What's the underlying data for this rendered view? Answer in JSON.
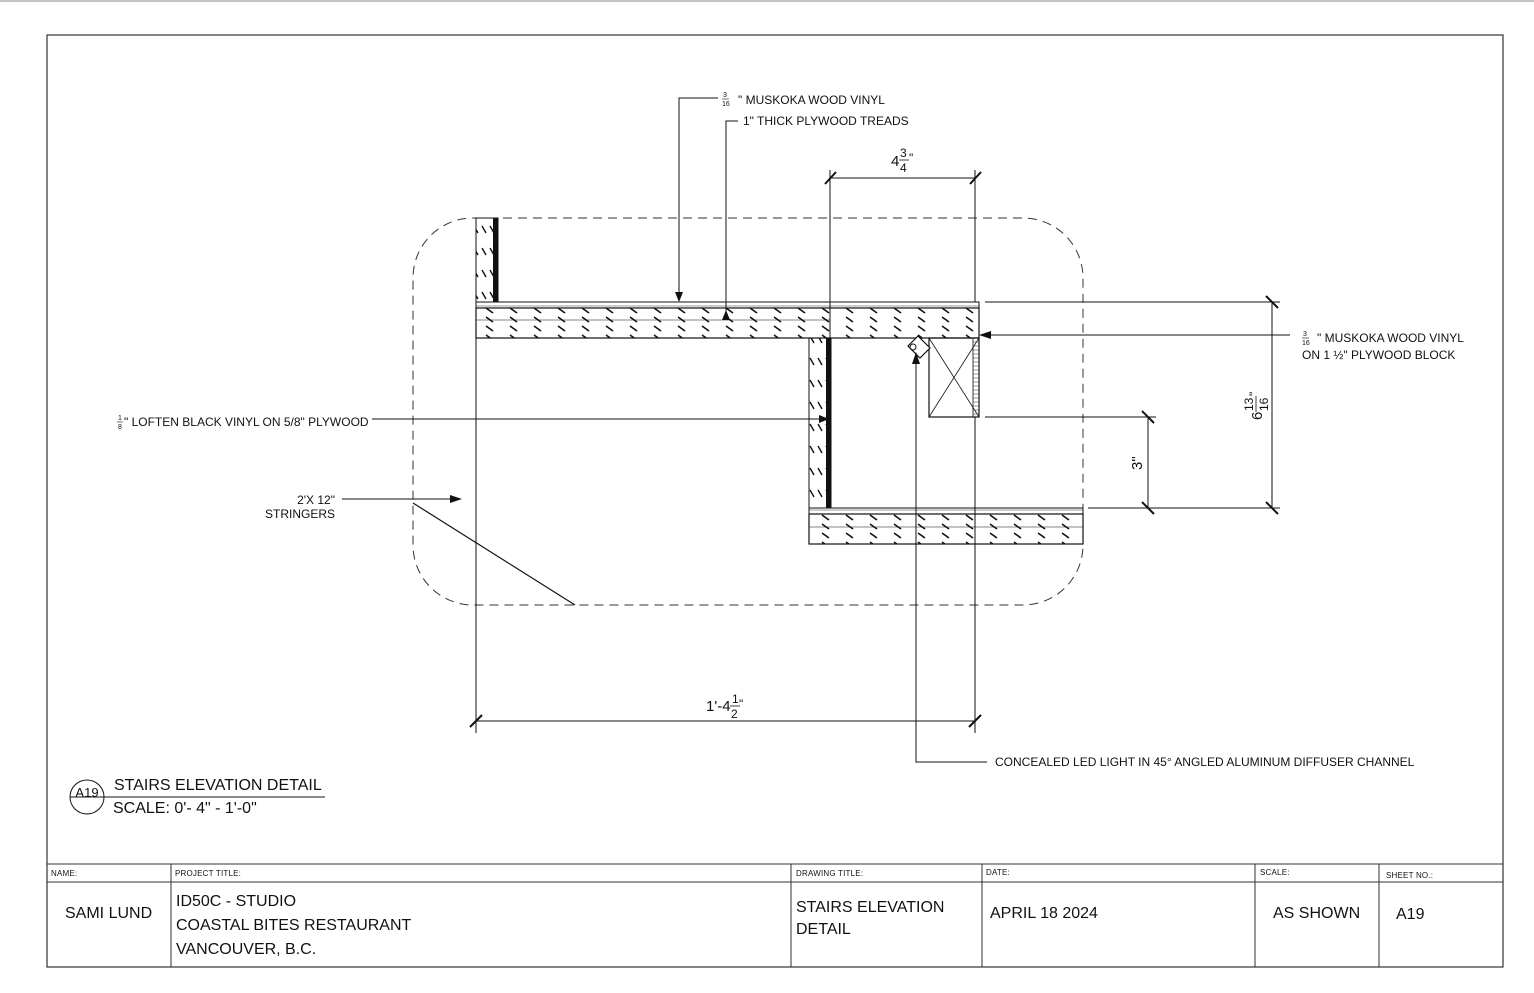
{
  "annotations": {
    "muskoka_top": "3/16\" MUSKOKA WOOD VINYL",
    "plywood_treads": "1\" THICK PLYWOOD TREADS",
    "muskoka_right_1": "3/16\" MUSKOKA WOOD VINYL",
    "muskoka_right_2": "ON 1 1/2\" PLYWOOD BLOCK",
    "loften": "1/8\" LOFTEN BLACK VINYL ON 5/8\" PLYWOOD",
    "stringers_1": "2'X 12\"",
    "stringers_2": "STRINGERS",
    "led": "CONCEALED LED LIGHT IN 45° ANGLED ALUMINUM DIFFUSER CHANNEL"
  },
  "dimensions": {
    "top": "4 3/4\"",
    "right_tall": "6 13/16\"",
    "right_short": "3\"",
    "bottom": "1'-4 1/2\""
  },
  "detail_callout": {
    "tag": "A19",
    "title": "STAIRS ELEVATION DETAIL",
    "scale": "SCALE: 0'- 4\" - 1'-0\""
  },
  "title_block": {
    "name_label": "NAME:",
    "name": "SAMI LUND",
    "project_label": "PROJECT TITLE:",
    "project_lines": [
      "ID50C - STUDIO",
      "COASTAL BITES RESTAURANT",
      "VANCOUVER, B.C."
    ],
    "drawing_label": "DRAWING TITLE:",
    "drawing_lines": [
      "STAIRS ELEVATION",
      "DETAIL"
    ],
    "date_label": "DATE:",
    "date": "APRIL 18 2024",
    "scale_label": "SCALE:",
    "scale": "AS SHOWN",
    "sheet_label": "SHEET NO.:",
    "sheet": "A19"
  }
}
